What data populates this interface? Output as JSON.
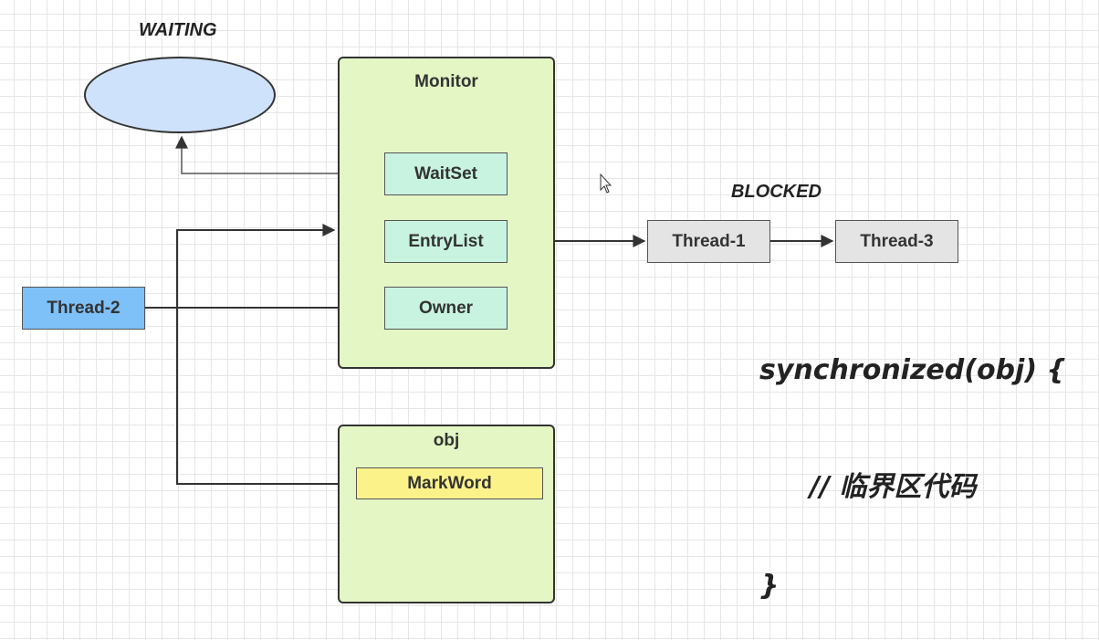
{
  "states": {
    "waiting": "WAITING",
    "blocked": "BLOCKED"
  },
  "monitor": {
    "title": "Monitor",
    "waitset": "WaitSet",
    "entrylist": "EntryList",
    "owner": "Owner"
  },
  "threads": {
    "thread2": "Thread-2",
    "thread1": "Thread-1",
    "thread3": "Thread-3"
  },
  "obj": {
    "title": "obj",
    "markword": "MarkWord"
  },
  "code": {
    "line1": "synchronized(obj) {",
    "line2": "// 临界区代码",
    "line3": "}"
  },
  "colors": {
    "ellipse_fill": "#cfe2fb",
    "container_fill": "#e3f6c4",
    "monitor_item_fill": "#c8f3e0",
    "thread2_fill": "#7ec0f8",
    "blocked_thread_fill": "#e4e4e4",
    "markword_fill": "#fbf28a"
  }
}
